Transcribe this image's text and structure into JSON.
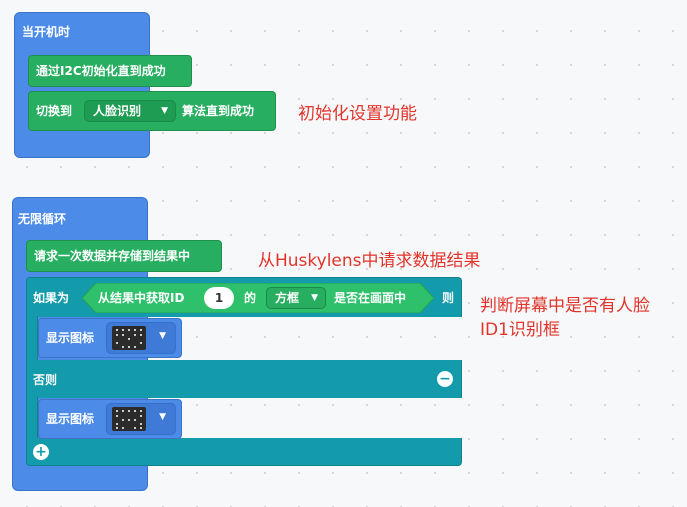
{
  "start_block": {
    "hat_label": "当开机时",
    "init_i2c_label": "通过I2C初始化直到成功",
    "switch_prefix": "切换到",
    "algorithm_value": "人脸识别",
    "switch_suffix": "算法直到成功"
  },
  "loop_block": {
    "hat_label": "无限循环",
    "request_label": "请求一次数据并存储到结果中",
    "if_label": "如果为",
    "condition_prefix": "从结果中获取ID",
    "id_value": "1",
    "condition_mid": "的",
    "shape_value": "方框",
    "condition_suffix": "是否在画面中",
    "then_label": "则",
    "show_icon_label_1": "显示图标",
    "else_label": "否则",
    "show_icon_label_2": "显示图标"
  },
  "annotations": {
    "init_note": "初始化设置功能",
    "request_note": "从Huskylens中请求数据结果",
    "judge_note_line1": "判断屏幕中是否有人脸",
    "judge_note_line2": "ID1识别框"
  },
  "colors": {
    "blue_block": "#4c8be8",
    "green_block": "#27ae60",
    "teal_block": "#139bab",
    "annotation_red": "#e2342b"
  },
  "icons": [
    "dropdown-arrow-icon",
    "led-matrix-icon",
    "minus-circle-icon",
    "plus-circle-icon"
  ]
}
